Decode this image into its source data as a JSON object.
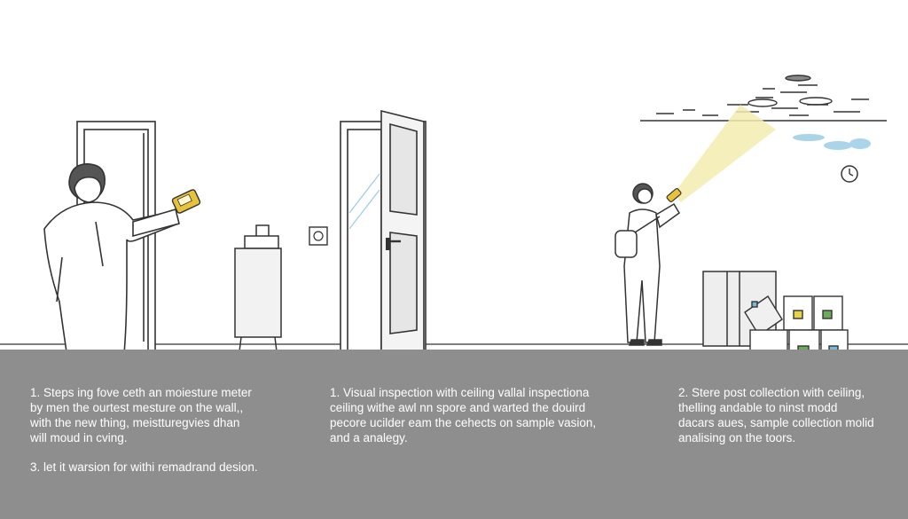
{
  "captions": {
    "left": {
      "step1": "1. Steps ing fove ceth an moiesture meter\nby men the ourtest mesture on the wall,,\nwith the new thing, meistturegvies dhan\nwill moud in cving.",
      "step3": "3. let it warsion for withi remadrand desion."
    },
    "middle": {
      "step1": "1. Visual inspection with ceiling vallal inspectiona\nceiling withe awl nn spore and warted the douird\npecore ucilder eam the cehects on sample vasion,\nand a analegy."
    },
    "right": {
      "step2": "2. Stere post collection with ceiling,\nthelling andable to ninst modd\ndacars aues, sample collection molid\nanalising on the toors."
    }
  },
  "colors": {
    "floor": "#8e8e8e",
    "line": "#333333",
    "light_beam": "#f3ecb0",
    "meter_yellow": "#e8c23a",
    "mold_blue": "#a9d4ea",
    "bin_yellow": "#e6d34a",
    "bin_green": "#6bab5a",
    "bin_blue": "#7ab8d8"
  },
  "icons": [
    "moisture-meter-icon",
    "thermostat-icon",
    "clock-icon",
    "flashlight-icon",
    "door-handle-icon"
  ]
}
